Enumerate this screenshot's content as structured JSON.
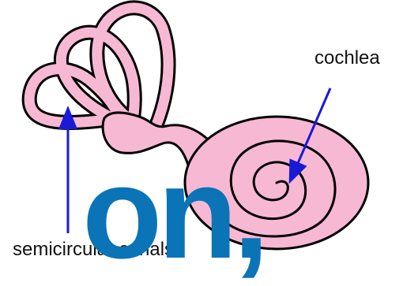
{
  "labels": {
    "cochlea": "cochlea",
    "semicircular_canals": "semicircular canals"
  },
  "overlay": {
    "text": "on,"
  },
  "colors": {
    "structure_fill": "#f7b8d4",
    "outline": "#000000",
    "arrow": "#1a1ad6",
    "overlay_text": "#0a74b7",
    "background": "#ffffff"
  }
}
